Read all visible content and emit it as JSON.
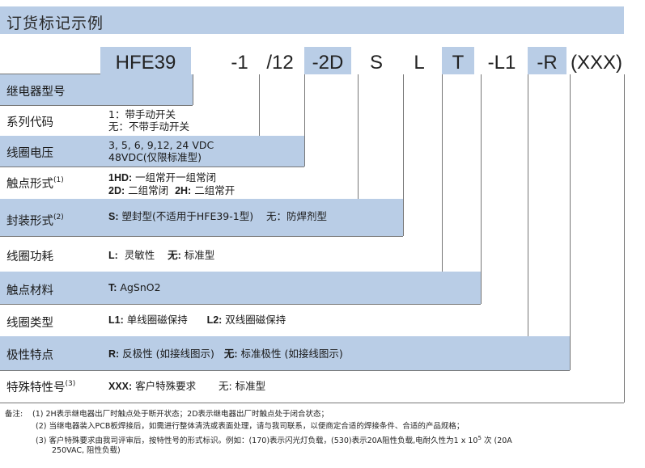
{
  "title": "订货标记示例",
  "code": [
    "HFE39",
    "-1",
    "/12",
    "-2D",
    "S",
    "L",
    "T",
    "-L1",
    "-R",
    "(XXX)"
  ],
  "rows": [
    {
      "label": "继电器型号",
      "lines": []
    },
    {
      "label": "系列代码",
      "lines": [
        "1：带手动开关",
        "无：不带手动开关"
      ]
    },
    {
      "label": "线圈电压",
      "lines": [
        "3, 5, 6, 9,12, 24 VDC",
        "48VDC(仅限标准型)"
      ]
    },
    {
      "label": "触点形式",
      "sup": "(1)",
      "lines": [
        {
          "segs": [
            {
              "b": "1HD:"
            },
            {
              "t": " 一组常开一组常闭"
            }
          ]
        },
        {
          "segs": [
            {
              "b": "2D:"
            },
            {
              "t": " 二组常闭  "
            },
            {
              "b": "2H:"
            },
            {
              "t": " 二组常开"
            }
          ]
        }
      ]
    },
    {
      "label": "封装形式",
      "sup": "(2)",
      "lines": [
        {
          "segs": [
            {
              "b": "S:"
            },
            {
              "t": " 塑封型(不适用于HFE39-1型)    "
            },
            {
              "t": "无：防焊剂型"
            }
          ]
        }
      ]
    },
    {
      "label": "线圈功耗",
      "lines": [
        {
          "segs": [
            {
              "b": "L:"
            },
            {
              "t": "  灵敏性    "
            },
            {
              "b": "无:"
            },
            {
              "t": " 标准型"
            }
          ]
        }
      ]
    },
    {
      "label": "触点材料",
      "lines": [
        {
          "segs": [
            {
              "b": "T:"
            },
            {
              "t": " AgSnO2"
            }
          ]
        }
      ]
    },
    {
      "label": "线圈类型",
      "lines": [
        {
          "segs": [
            {
              "b": "L1:"
            },
            {
              "t": " 单线圈磁保持      "
            },
            {
              "b": "L2:"
            },
            {
              "t": " 双线圈磁保持"
            }
          ]
        }
      ]
    },
    {
      "label": "极性特点",
      "lines": [
        {
          "segs": [
            {
              "b": "R:"
            },
            {
              "t": " 反极性 (如接线图示)   "
            },
            {
              "b": "无:"
            },
            {
              "t": " 标准极性 (如接线图示)"
            }
          ]
        }
      ]
    },
    {
      "label": "特殊特性号",
      "sup": "(3)",
      "lines": [
        {
          "segs": [
            {
              "b": "XXX:"
            },
            {
              "t": " 客户特殊要求       无: 标准型"
            }
          ]
        }
      ]
    }
  ],
  "notes": {
    "prefix": "备注:",
    "n1": "(1)  2H表示继电器出厂时触点处于断开状态；2D表示继电器出厂时触点处于闭合状态；",
    "n2": "(2)  当继电器装入PCB板焊接后，如需进行整体清洗或表面处理，请与我司联系，以便商定合适的焊接条件、合适的产品规格；",
    "n3a": "(3)  客户特殊要求由我司评审后，按特性号的形式标识。例如：(170)表示闪光灯负载，(530)表示20A阻性负载,电耐久性为1 x 10",
    "n3sup": "5",
    "n3b": "次  (20A",
    "n3c": "250VAC, 阻性负载)"
  },
  "colors": {
    "band": "#b9cde6",
    "line": "#777777"
  }
}
